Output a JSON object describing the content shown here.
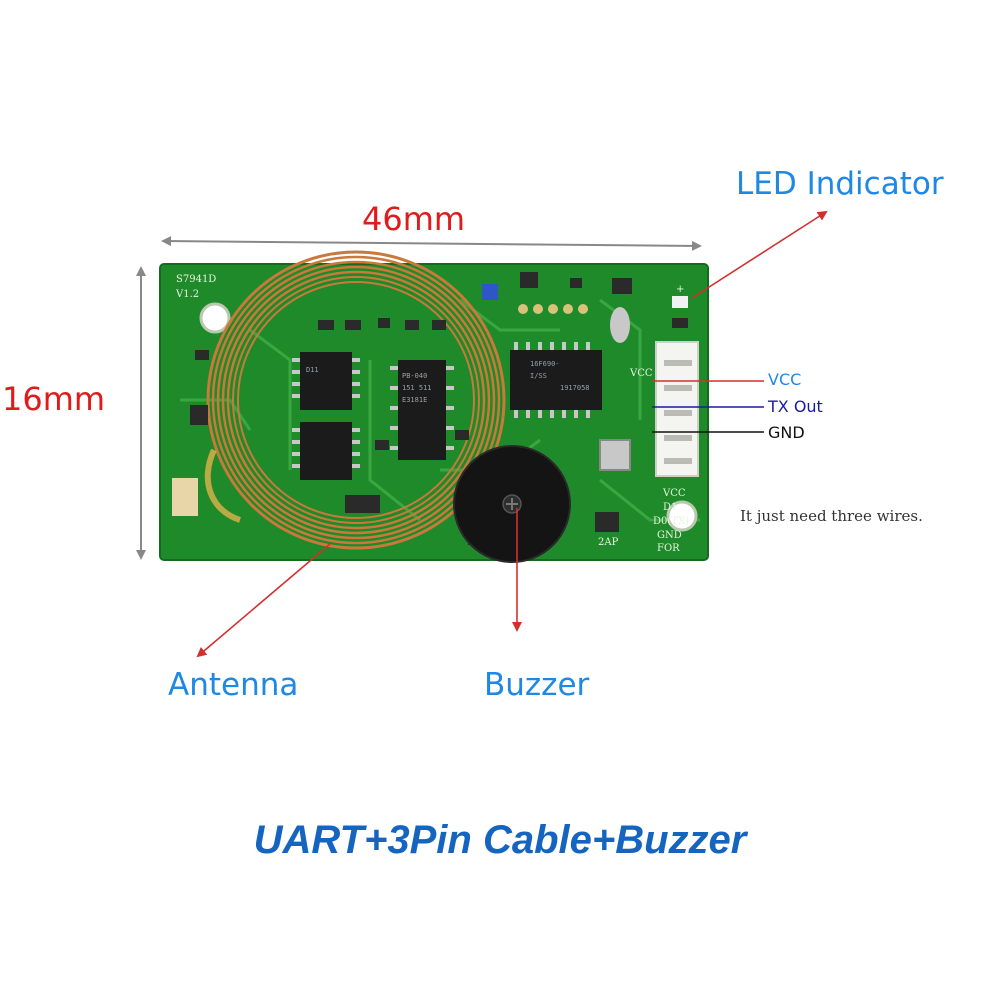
{
  "dimensions": {
    "width_label": "46mm",
    "height_label": "16mm"
  },
  "callouts": {
    "led": "LED Indicator",
    "antenna": "Antenna",
    "buzzer": "Buzzer"
  },
  "wires": [
    {
      "label": "VCC",
      "color": "#1e88e5",
      "line_color": "#d32f2f"
    },
    {
      "label": "TX Out",
      "color": "#1a1aa0",
      "line_color": "#1a1aa0"
    },
    {
      "label": "GND",
      "color": "#111111",
      "line_color": "#111111"
    }
  ],
  "note": "It just need three wires.",
  "title": "UART+3Pin Cable+Buzzer",
  "board": {
    "model": "S7941D",
    "version": "V1.2",
    "mcu_text": [
      "16F690-",
      "I/SS",
      "1917058"
    ],
    "chip_left_top": "D11",
    "chip_mid_text": [
      "PB-040",
      "151 511",
      "E3181E"
    ],
    "pin_labels": [
      "VCC",
      "D1",
      "D0(TX)",
      "GND",
      "FOR"
    ],
    "vcc_small": "VCC",
    "led_plus": "+",
    "jumper_label": "2AP"
  },
  "colors": {
    "pcb": "#1f8a2a",
    "coil": "#c97a3a",
    "accent": "#1e88e5",
    "dimension": "#e01b1b"
  }
}
